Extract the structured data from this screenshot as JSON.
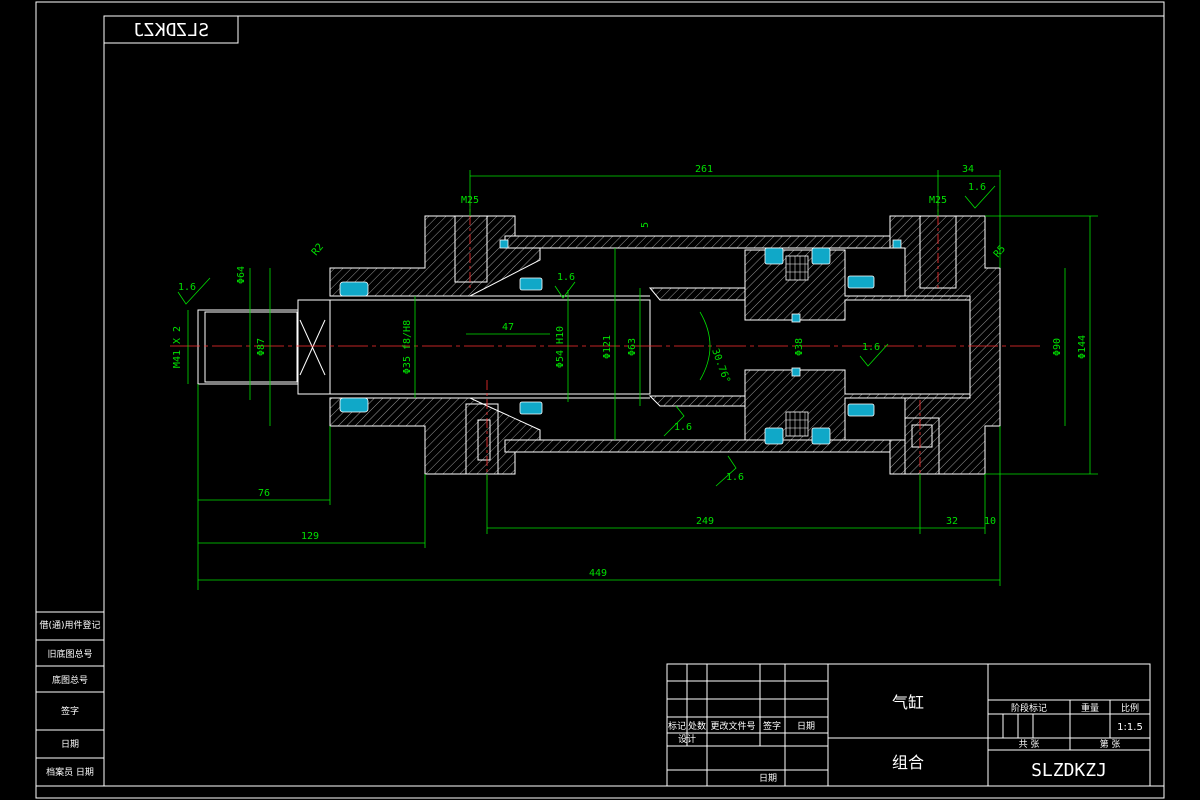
{
  "title_block": {
    "part_name": "气缸",
    "sub_name": "组合",
    "drawing_code": "SLZDKZJ",
    "mirrored_code": "SLZDKZJ",
    "scale_label": "比例",
    "scale": "1:1.5",
    "weight_label": "重量",
    "stage_mark_label": "阶段标记",
    "sheets_total": "共 张",
    "sheet_no": "第 张",
    "row_labels": [
      "标记",
      "处数",
      "更改文件号",
      "签字",
      "日期"
    ],
    "design_label": "设计",
    "date_label": "日期"
  },
  "side_block": {
    "rows": [
      "借(通)用件登记",
      "旧底图总号",
      "底图总号",
      "签字",
      "日期",
      "档案员 日期"
    ]
  },
  "dimensions": {
    "d261": "261",
    "d34": "34",
    "m25_left": "M25",
    "m25_right": "M25",
    "ra16_top": "1.6",
    "d5": "5",
    "ra16_a": "1.6",
    "ra16_b": "1.6",
    "ra16_c": "1.6",
    "ra16_d": "1.6",
    "ra16_e": "1.6",
    "d47": "47",
    "d76": "76",
    "d129": "129",
    "d449": "449",
    "d249": "249",
    "d32": "32",
    "d10": "10",
    "m41": "M41 X 2",
    "phi64": "Φ64",
    "phi87": "Φ87",
    "phi35": "Φ35 f8/H8",
    "phi54": "Φ54 H10",
    "phi121": "Φ121",
    "phi63": "Φ63",
    "phi38": "Φ38",
    "phi90": "Φ90",
    "phi144": "Φ144",
    "ang": "30.76°",
    "r2": "R2",
    "r5": "R5"
  }
}
